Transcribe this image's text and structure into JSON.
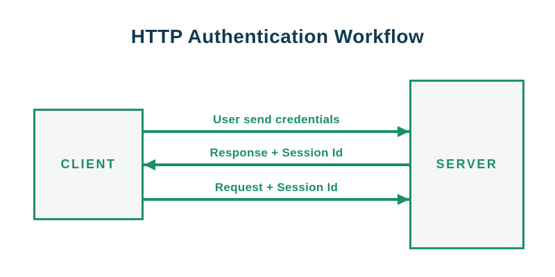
{
  "title": "HTTP Authentication Workflow",
  "colors": {
    "green": "#1b9163",
    "navy": "#123a50",
    "box-fill": "#f5f6f6",
    "bg": "#ffffff"
  },
  "nodes": {
    "client": {
      "label": "CLIENT"
    },
    "server": {
      "label": "SERVER"
    }
  },
  "arrows": [
    {
      "label": "User send credentials",
      "direction": "right",
      "from": "client",
      "to": "server"
    },
    {
      "label": "Response + Session Id",
      "direction": "left",
      "from": "server",
      "to": "client"
    },
    {
      "label": "Request + Session Id",
      "direction": "right",
      "from": "client",
      "to": "server"
    }
  ]
}
